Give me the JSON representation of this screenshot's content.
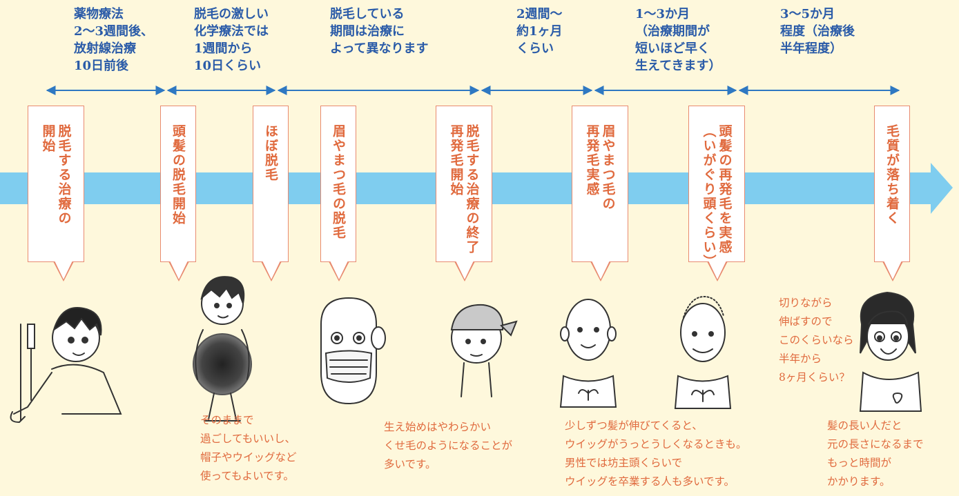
{
  "periods": [
    {
      "lines": [
        "薬物療法",
        "2〜3週間後、",
        "放射線治療",
        "10日前後"
      ]
    },
    {
      "lines": [
        "脱毛の激しい",
        "化学療法では",
        "1週間から",
        "10日くらい"
      ]
    },
    {
      "lines": [
        "脱毛している",
        "期間は治療に",
        "よって異なります"
      ]
    },
    {
      "lines": [
        "2週間〜",
        "約1ヶ月",
        "くらい"
      ]
    },
    {
      "lines": [
        "1〜3か月",
        "（治療期間が",
        "短いほど早く",
        "生えてきます）"
      ]
    },
    {
      "lines": [
        "3〜5か月",
        "程度（治療後",
        "半年程度）"
      ]
    }
  ],
  "stages": [
    {
      "cols": [
        "脱毛する治療の",
        "開始"
      ]
    },
    {
      "cols": [
        "頭髪の脱毛開始"
      ]
    },
    {
      "cols": [
        "ほぼ脱毛"
      ]
    },
    {
      "cols": [
        "眉やまつ毛の脱毛"
      ]
    },
    {
      "cols": [
        "脱毛する治療の終了",
        "再発毛開始"
      ]
    },
    {
      "cols": [
        "眉やまつ毛の",
        "再発毛実感"
      ]
    },
    {
      "cols": [
        "頭髪の再発毛を実感",
        "（いがぐり頭くらい）"
      ]
    },
    {
      "cols": [
        "毛質が落ち着く"
      ]
    }
  ],
  "notes": [
    {
      "lines": [
        "そのままで",
        "過ごしてもいいし、",
        "帽子やウイッグなど",
        "使ってもよいです。"
      ]
    },
    {
      "lines": [
        "生え始めはやわらかい",
        "くせ毛のようになることが",
        "多いです。"
      ]
    },
    {
      "lines": [
        "少しずつ髪が伸びてくると、",
        "ウイッグがうっとうしくなるときも。",
        "男性では坊主頭くらいで",
        "ウイッグを卒業する人も多いです。"
      ]
    },
    {
      "lines": [
        "切りながら",
        "伸ばすので",
        "このくらいなら",
        "半年から",
        "8ヶ月くらい？"
      ]
    },
    {
      "lines": [
        "髪の長い人だと",
        "元の長さになるまで",
        "もっと時間が",
        "かかります。"
      ]
    }
  ],
  "colors": {
    "period_text": "#2A5BA8",
    "arrow": "#2E78C2",
    "band": "#7FCDEF",
    "callout_text": "#E06A3E",
    "callout_border": "#E88A6F",
    "background": "#FEF8DC"
  }
}
